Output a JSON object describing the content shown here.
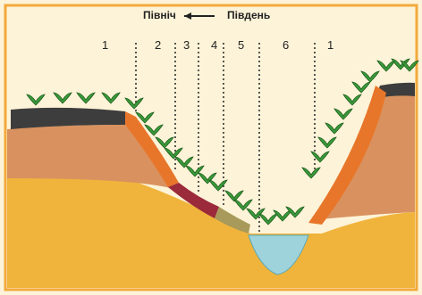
{
  "diagram": {
    "north_label": "Північ",
    "south_label": "Південь",
    "zone_numbers": [
      "1",
      "2",
      "3",
      "4",
      "5",
      "6",
      "1"
    ],
    "colors": {
      "background": "#fdf3d8",
      "border": "#f2a93b",
      "subsoil": "#f0b43c",
      "topsoil": "#d9925f",
      "dark_layer": "#3d3d3d",
      "orange_slope": "#e8762a",
      "crimson_layer": "#9b2a3a",
      "olive_layer": "#a89a5a",
      "water": "#9fd3dc",
      "plant": "#3a9a3a"
    }
  }
}
